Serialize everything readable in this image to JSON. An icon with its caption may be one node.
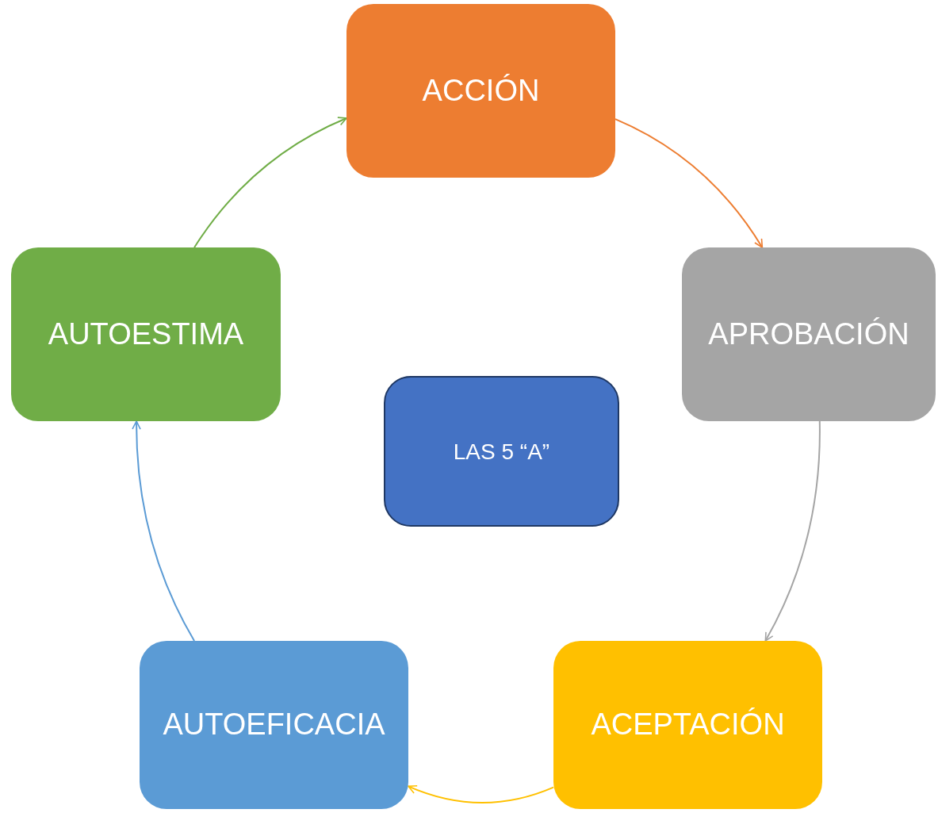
{
  "diagram": {
    "nodes": [
      {
        "text": [
          "ACCIÓN"
        ]
      },
      {
        "text": [
          "APROBACIÓN"
        ]
      },
      {
        "text": [
          "ACEPTACIÓN"
        ]
      },
      {
        "text": [
          "AUTOEFICACIA"
        ]
      },
      {
        "text": [
          "AUTOESTIMA"
        ]
      },
      {
        "text": [
          "LAS 5 “A”"
        ]
      }
    ],
    "edges": [
      {
        "from": 0,
        "to": 1,
        "arrow": "to",
        "color": "#ed7d31"
      },
      {
        "from": 1,
        "to": 2,
        "arrow": "to",
        "color": "#a5a5a5"
      },
      {
        "from": 2,
        "to": 3,
        "arrow": "to",
        "color": "#ffc000"
      },
      {
        "from": 3,
        "to": 4,
        "arrow": "to",
        "color": "#5b9bd5"
      },
      {
        "from": 4,
        "to": 0,
        "arrow": "to",
        "color": "#70ad47"
      }
    ]
  }
}
